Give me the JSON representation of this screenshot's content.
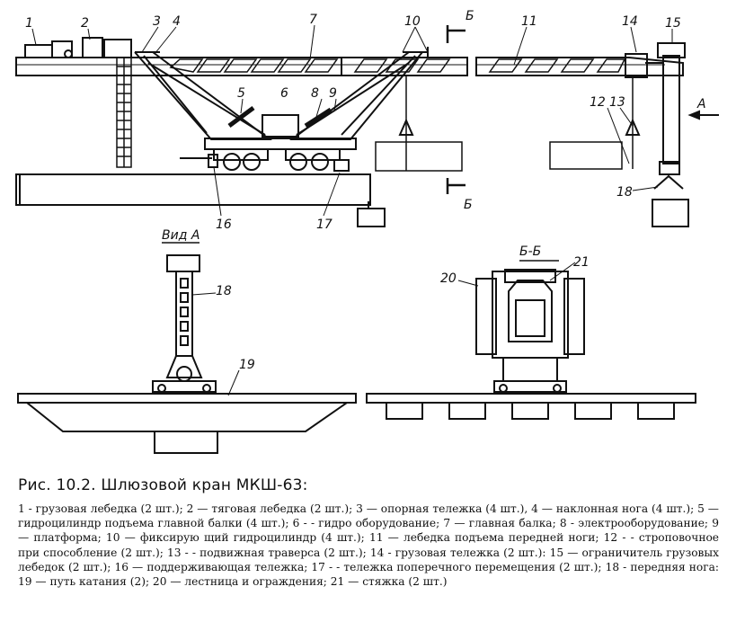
{
  "figure": {
    "callouts": [
      "1",
      "2",
      "3",
      "4",
      "5",
      "6",
      "7",
      "8",
      "9",
      "10",
      "11",
      "12",
      "13",
      "14",
      "15",
      "16",
      "17",
      "18",
      "19",
      "20",
      "21"
    ],
    "section_mark": "Б",
    "arrow_label": "А",
    "view_a_label": "Вид А",
    "section_label": "Б-Б"
  },
  "caption": {
    "title": "Рис. 10.2. Шлюзовой кран МКШ-63:",
    "legend": "1 - грузовая лебедка (2 шт.); 2 — тяговая лебедка (2 шт.); 3 — опорная тележка (4 шт.), 4 — наклонная нога (4 шт.); 5 — гидроцилиндр подъема главной балки (4 шт.); 6 - - гидро оборудование; 7 — главная балка; 8 - электрооборудование; 9 — платформа; 10 — фиксирую щий гидроцилиндр (4 шт.); 11 — лебедка подъема передней ноги; 12 - - строповочное при способление (2 шт.); 13 - - подвижная траверса (2 шт.); 14 - грузовая тележка (2 шт.): 15 — ограничитель грузовых лебедок (2 шт.); 16 — поддерживающая тележка; 17 - - тележка поперечного перемещения (2 шт.); 18 - передняя нога: 19 — путь катания (2); 20 — лестница и ограждения; 21 — стяжка (2 шт.)"
  }
}
